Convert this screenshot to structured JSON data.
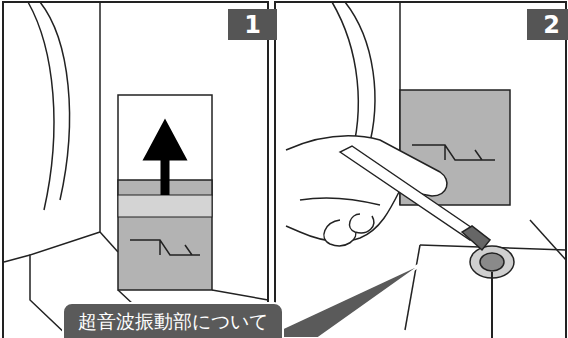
{
  "diagram": {
    "nodes": [
      {
        "text": [
          "1"
        ]
      },
      {
        "text": [
          "2"
        ]
      },
      {
        "text": [
          "超音波振動部について"
        ]
      }
    ]
  }
}
